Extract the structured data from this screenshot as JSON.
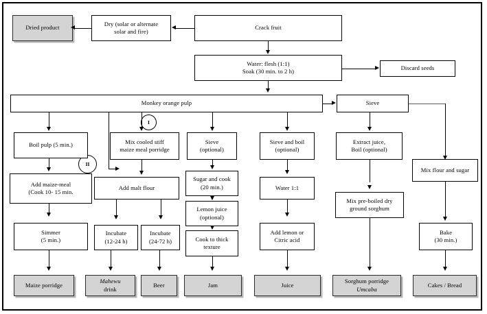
{
  "figure": {
    "title": "Monkey orange fruit processing flow diagram",
    "colors": {
      "product_fill": "#d4d4d4",
      "process_fill": "#ffffff",
      "line": "#000000",
      "secondary_line": "#5a5a5a"
    }
  },
  "nodes": {
    "dried_product": "Dried product",
    "dry": "Dry (solar or alternate solar and fire)",
    "dry_line1": "Dry (solar or alternate",
    "dry_line2": "solar and fire)",
    "crack_fruit": "Crack fruit",
    "soak_line1": "Water: flesh (1:1)",
    "soak_line2": "Soak (30 min. to 2 h)",
    "discard_seeds": "Discard seeds",
    "pulp": "Monkey orange pulp",
    "sieve_right": "Sieve",
    "boil_pulp": "Boil pulp (5 min.)",
    "mix_cooled_line1": "Mix cooled stiff",
    "mix_cooled_line2": "maize meal porridge",
    "sieve_opt_line1": "Sieve",
    "sieve_opt_line2": "(optional)",
    "sieve_boil_line1": "Sieve and boil",
    "sieve_boil_line2": "(optional)",
    "extract_line1": "Extract juice,",
    "extract_line2": "Boil (optional)",
    "mix_flour_sugar": "Mix flour and sugar",
    "add_maize_line1": "Add maize-meal",
    "add_maize_line2": "(Cook 10- 15 min.",
    "add_malt_flour": "Add malt flour",
    "sugar_cook_line1": "Sugar and cook",
    "sugar_cook_line2": "(20 min.)",
    "water_ratio": "Water 1:1",
    "mix_sorghum_line1": "Mix pre-boiled dry",
    "mix_sorghum_line2": "ground sorghum",
    "simmer_line1": "Simmer",
    "simmer_line2": "(5 min.)",
    "incubate_a_line1": "Incubate",
    "incubate_a_line2": "(12-24 h)",
    "incubate_b_line1": "Incubate",
    "incubate_b_line2": "(24-72 h)",
    "lemon_juice_line1": "Lemon juice",
    "lemon_juice_line2": "(optional)",
    "add_lemon_line1": "Add lemon or",
    "add_lemon_line2": "Citric acid",
    "bake_line1": "Bake",
    "bake_line2": "(30 min.)",
    "cook_thick_line1": "Cook to thick",
    "cook_thick_line2": "texture"
  },
  "products": {
    "maize_porridge": "Maize porridge",
    "mahewu_line1": "Mahewu",
    "mahewu_line2": "drink",
    "beer": "Beer",
    "jam": "Jam",
    "juice": "Juice",
    "sorghum_porridge_line1": "Sorghum porridge",
    "sorghum_porridge_line2": "Umcaba",
    "cakes_bread": "Cakes / Bread"
  },
  "markers": {
    "one": "I",
    "two": "II"
  }
}
